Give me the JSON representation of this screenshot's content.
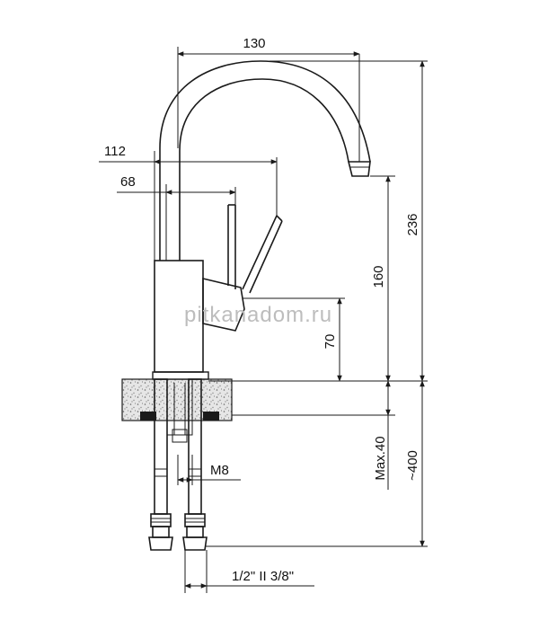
{
  "dimensions": {
    "width_top": "130",
    "width_lever": "112",
    "width_body": "68",
    "height_total": "236",
    "height_spout": "160",
    "height_lever": "70",
    "thickness_max": "Max.40",
    "hose_length": "~400",
    "thread_stud": "M8",
    "thread_connection": "1/2\" II 3/8\""
  },
  "watermark": "pitkanadom.ru",
  "colors": {
    "line": "#1a1a1a",
    "counter_fill": "#d9d9d9",
    "watermark": "#bdbdbd"
  }
}
